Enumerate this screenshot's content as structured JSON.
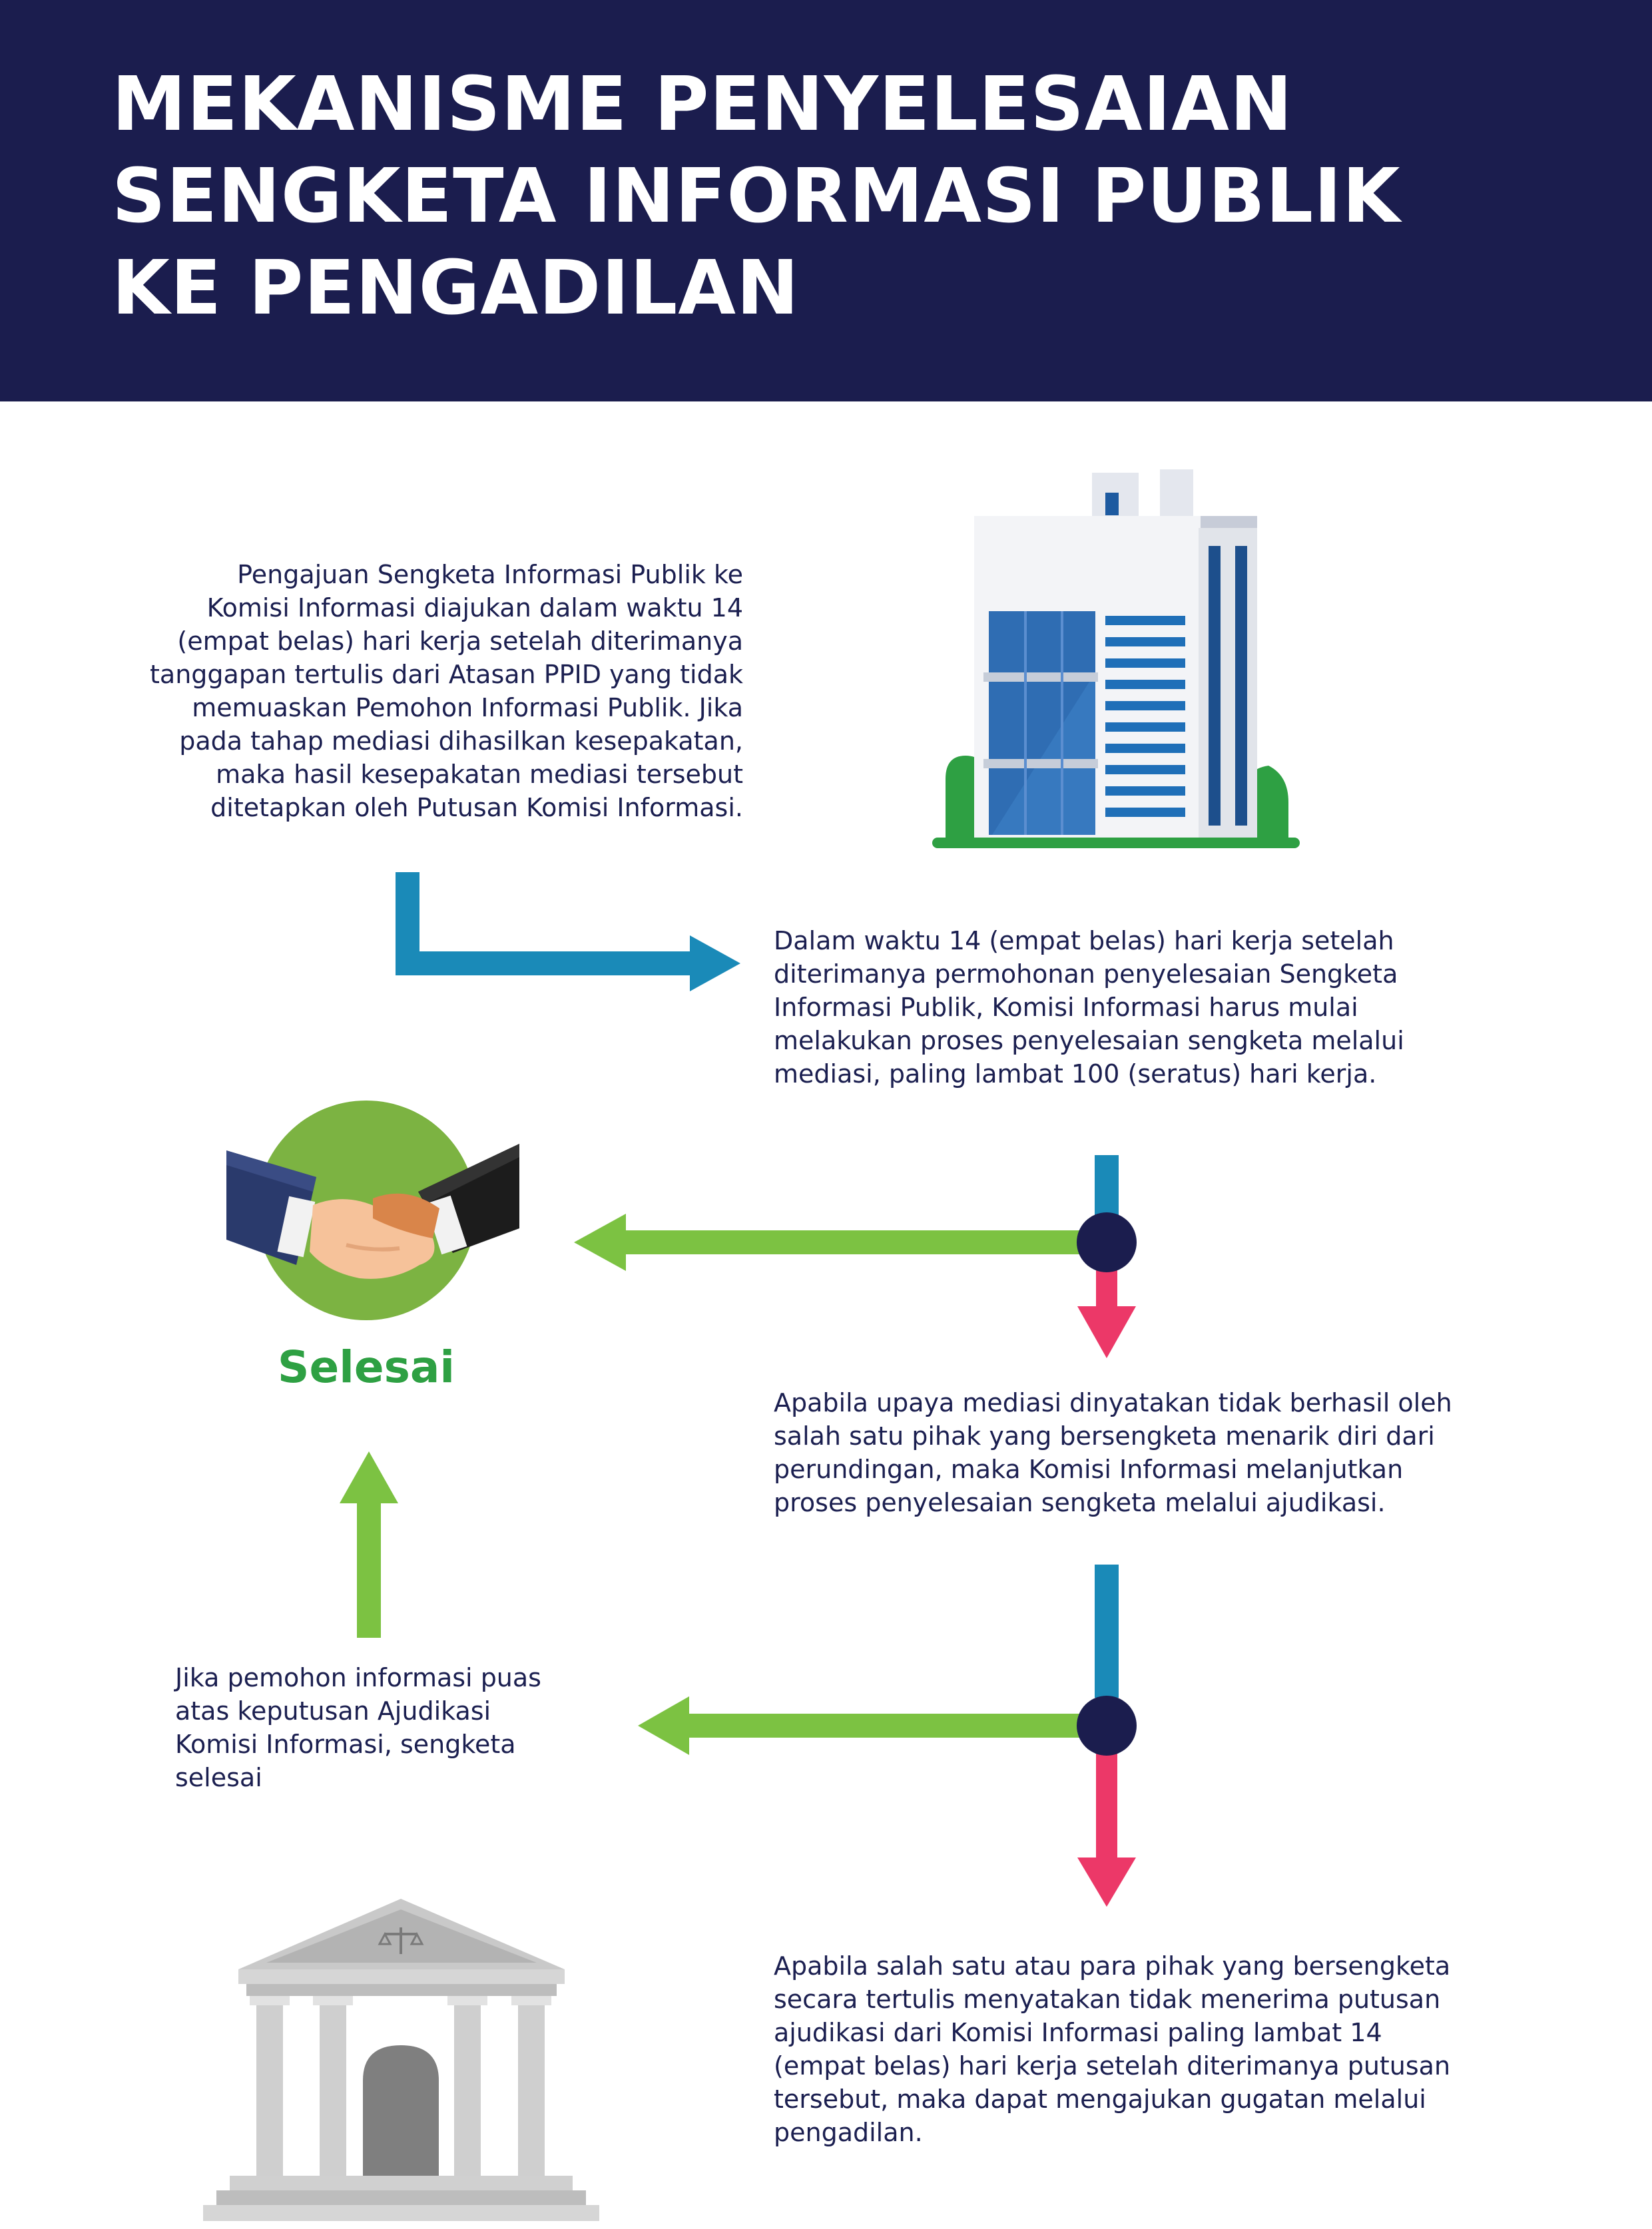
{
  "header": {
    "title_lines": [
      "MEKANISME PENYELESAIAN",
      "SENGKETA INFORMASI PUBLIK",
      "KE PENGADILAN"
    ]
  },
  "steps": {
    "step1": [
      "Pengajuan Sengketa Informasi Publik ke",
      "Komisi Informasi diajukan dalam waktu 14",
      "(empat belas) hari kerja setelah diterimanya",
      "tanggapan tertulis dari Atasan PPID yang tidak",
      "memuaskan Pemohon Informasi Publik. Jika",
      "pada tahap mediasi dihasilkan kesepakatan,",
      "maka hasil kesepakatan mediasi tersebut",
      "ditetapkan oleh Putusan Komisi Informasi."
    ],
    "step2": [
      "Dalam waktu 14 (empat belas) hari kerja setelah",
      "diterimanya permohonan penyelesaian Sengketa",
      "Informasi Publik, Komisi Informasi harus mulai",
      "melakukan proses penyelesaian sengketa melalui",
      "mediasi, paling lambat 100 (seratus) hari kerja."
    ],
    "step3": [
      "Apabila upaya mediasi dinyatakan tidak berhasil oleh",
      "salah satu pihak yang bersengketa menarik diri dari",
      "perundingan, maka Komisi Informasi melanjutkan",
      "proses penyelesaian sengketa melalui ajudikasi."
    ],
    "step4": [
      "Jika pemohon informasi puas",
      "atas keputusan Ajudikasi",
      "Komisi Informasi, sengketa",
      "selesai"
    ],
    "step5": [
      "Apabila salah satu atau para pihak yang bersengketa",
      "secara tertulis menyatakan tidak menerima putusan",
      "ajudikasi dari Komisi Informasi paling lambat 14",
      "(empat belas) hari kerja setelah diterimanya putusan",
      "tersebut, maka dapat mengajukan gugatan melalui",
      "pengadilan."
    ]
  },
  "selesai_label": "Selesai",
  "icons": {
    "office": "office-building-icon",
    "handshake": "handshake-icon",
    "court": "courthouse-icon"
  },
  "colors": {
    "header_bg": "#1b1d4e",
    "text": "#1b1f50",
    "blue_arrow": "#1a8ab8",
    "green_arrow": "#7cc242",
    "red_arrow": "#ec3868",
    "node": "#1b1d4e",
    "selesai": "#2ea043"
  }
}
